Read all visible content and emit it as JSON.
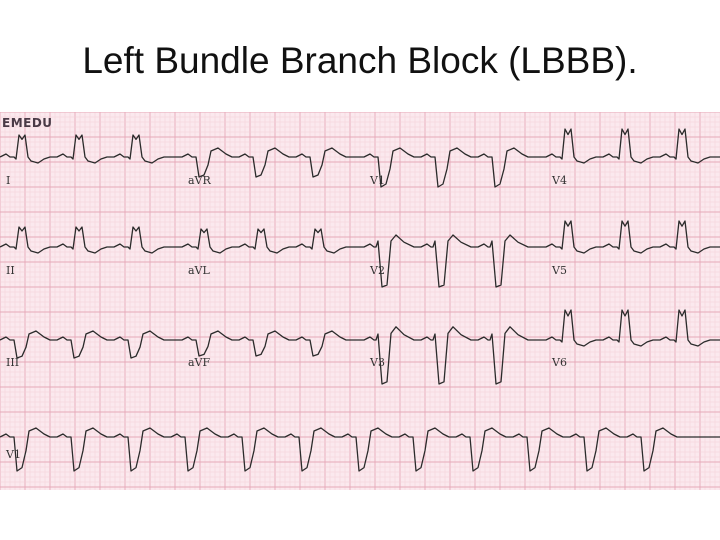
{
  "slide": {
    "title": "Left Bundle Branch Block (LBBB)."
  },
  "ecg": {
    "watermark": "EMEDU",
    "grid_color_major": "#e6a9b8",
    "grid_color_minor": "#f3cfd8",
    "trace_color": "#2b2b2b",
    "leads": {
      "I": "I",
      "II": "II",
      "III": "III",
      "aVR": "aVR",
      "aVL": "aVL",
      "aVF": "aVF",
      "V1": "V1",
      "V2": "V2",
      "V3": "V3",
      "V4": "V4",
      "V5": "V5",
      "V6": "V6",
      "rhythm": "V1"
    }
  }
}
